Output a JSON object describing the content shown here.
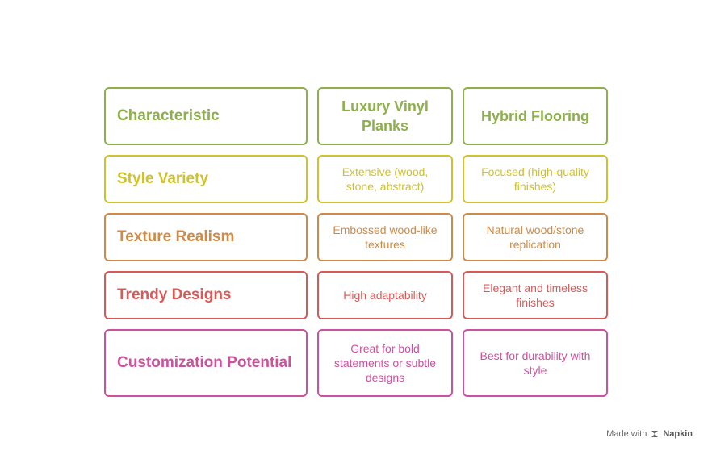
{
  "table": {
    "header": {
      "label": "Characteristic",
      "col1": "Luxury Vinyl Planks",
      "col2": "Hybrid Flooring",
      "color": "#8db04a"
    },
    "rows": [
      {
        "label": "Style Variety",
        "col1": "Extensive (wood, stone, abstract)",
        "col2": "Focused (high-quality finishes)",
        "color": "#cfc22b"
      },
      {
        "label": "Texture Realism",
        "col1": "Embossed wood-like textures",
        "col2": "Natural wood/stone replication",
        "color": "#d08a45"
      },
      {
        "label": "Trendy Designs",
        "col1": "High adaptability",
        "col2": "Elegant and timeless finishes",
        "color": "#d85a57"
      },
      {
        "label": "Customization Potential",
        "col1": "Great for bold statements or subtle designs",
        "col2": "Best for durability with style",
        "color": "#cc529e"
      }
    ]
  },
  "footer": {
    "made_with": "Made with",
    "brand": "Napkin",
    "icon": "napkin-logo-icon"
  }
}
